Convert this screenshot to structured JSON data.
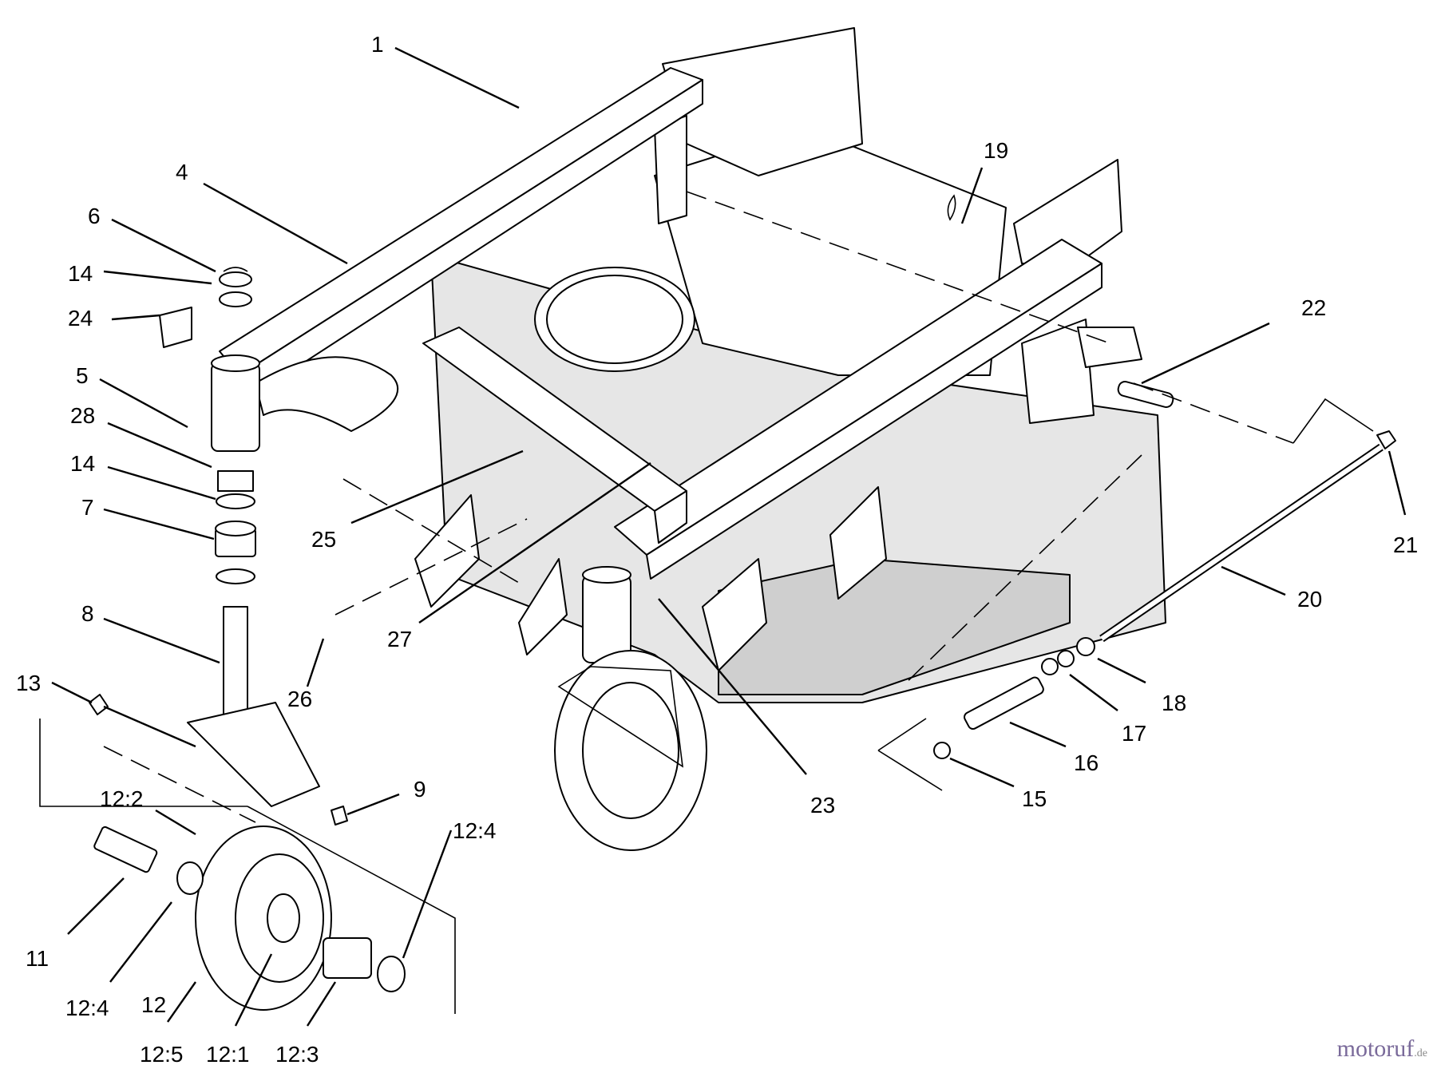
{
  "diagram": {
    "callouts": [
      "1",
      "4",
      "6",
      "14",
      "24",
      "5",
      "28",
      "14",
      "7",
      "8",
      "13",
      "12:2",
      "11",
      "12:4",
      "12",
      "12:5",
      "12:1",
      "12:3",
      "12:4",
      "9",
      "25",
      "27",
      "26",
      "23",
      "19",
      "22",
      "21",
      "20",
      "18",
      "17",
      "16",
      "15"
    ]
  },
  "watermark": {
    "brand": "motoruf",
    "tld": ".de"
  }
}
